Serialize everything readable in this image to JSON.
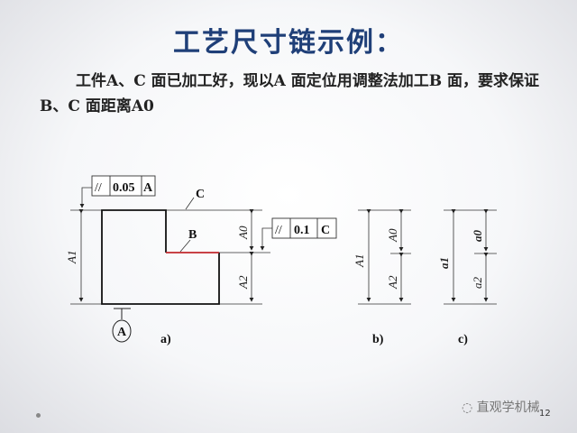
{
  "title": "工艺尺寸链示例：",
  "description": "工件A、C 面已加工好，现以A 面定位用调整法加工B 面，要求保证B、C 面距离A0",
  "figure_a": {
    "frame1": {
      "symbol": "//",
      "value": "0.05",
      "datum": "A"
    },
    "frame2": {
      "symbol": "//",
      "value": "0.1",
      "datum": "C"
    },
    "label_c": "C",
    "label_b": "B",
    "dim_a1": "A1",
    "dim_a0": "A0",
    "dim_a2": "A2",
    "datum": "A",
    "caption": "a)"
  },
  "figure_b": {
    "dim_a1": "A1",
    "dim_a0": "A0",
    "dim_a2": "A2",
    "caption": "b)"
  },
  "figure_c": {
    "dim_a1": "a1",
    "dim_a0": "a0",
    "dim_a2": "a2",
    "caption": "c)"
  },
  "watermark": "直观学机械",
  "page_number": "12",
  "colors": {
    "title": "#1f3f78",
    "surface_b": "#c0282d"
  }
}
